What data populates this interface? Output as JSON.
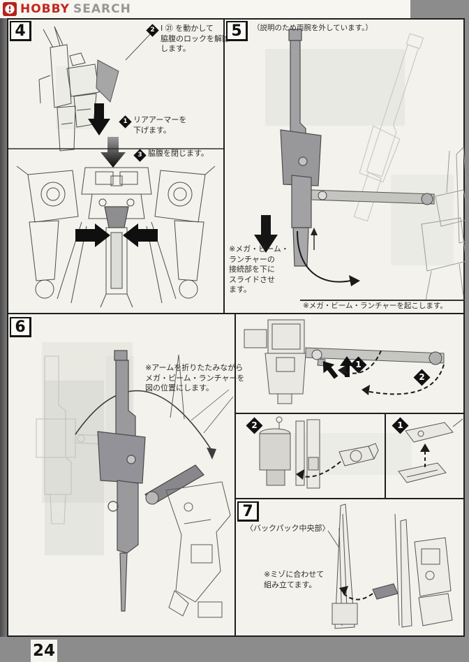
{
  "page": {
    "logo_hobby": "HOBBY",
    "logo_search": "SEARCH",
    "page_number": "24",
    "colors": {
      "brand_red": "#c3251e",
      "paper": "#f3f2ec",
      "scan_gray": "#8c8c8c",
      "ink": "#1f1f1f"
    }
  },
  "step4": {
    "number": "4",
    "m2": "2",
    "c2": "I ㉑ を動かして\n脇腹のロックを解除\nします。",
    "m1": "1",
    "c1": "リアアーマーを\n下げます。",
    "m3": "3",
    "c3": "脇腹を閉じます。"
  },
  "step5": {
    "number": "5",
    "header": "（説明のため両腕を外しています。）",
    "note_slide": "※メガ・ビーム・\nランチャーの\n接続部を下に\nスライドさせ\nます。",
    "note_raise": "※メガ・ビーム・ランチャーを起こします。"
  },
  "step6": {
    "number": "6",
    "note_fold": "※アームを折りたたみながら\nメガ・ビーム・ランチャーを\n図の位置にします。",
    "m_arm1": "1",
    "m_arm2": "2",
    "m_sub_left": "2",
    "m_sub_right": "1"
  },
  "step7": {
    "number": "7",
    "label": "〈バックパック中央部〉",
    "note": "※ミゾに合わせて\n組み立てます。"
  }
}
